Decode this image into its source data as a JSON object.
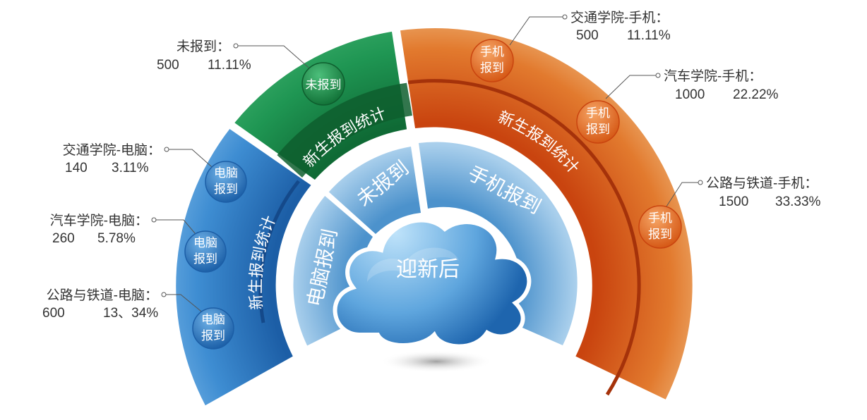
{
  "center": {
    "title": "迎新后"
  },
  "inner_ring": {
    "labels": [
      "电脑报到",
      "未报到",
      "手机报到"
    ]
  },
  "outer_ring": {
    "segments": [
      {
        "id": "computer",
        "band_label": "新生报到统计",
        "color": "#2C77C4",
        "items": [
          {
            "bubble": [
              "电脑",
              "报到"
            ],
            "name": "交通学院-电脑：",
            "value": "140",
            "percent": "3.11%"
          },
          {
            "bubble": [
              "电脑",
              "报到"
            ],
            "name": "汽车学院-电脑：",
            "value": "260",
            "percent": "5.78%"
          },
          {
            "bubble": [
              "电脑",
              "报到"
            ],
            "name": "公路与铁道-电脑：",
            "value": "600",
            "percent": "13、34%"
          }
        ]
      },
      {
        "id": "unreported",
        "band_label": "新生报到统计",
        "color": "#1E8C4E",
        "items": [
          {
            "bubble": [
              "未报到"
            ],
            "name": "未报到：",
            "value": "500",
            "percent": "11.11%"
          }
        ]
      },
      {
        "id": "phone",
        "band_label": "新生报到统计",
        "color": "#E0651F",
        "items": [
          {
            "bubble": [
              "手机",
              "报到"
            ],
            "name": "交通学院-手机：",
            "value": "500",
            "percent": "11.11%"
          },
          {
            "bubble": [
              "手机",
              "报到"
            ],
            "name": "汽车学院-手机：",
            "value": "1000",
            "percent": "22.22%"
          },
          {
            "bubble": [
              "手机",
              "报到"
            ],
            "name": "公路与铁道-手机：",
            "value": "1500",
            "percent": "33.33%"
          }
        ]
      }
    ]
  }
}
